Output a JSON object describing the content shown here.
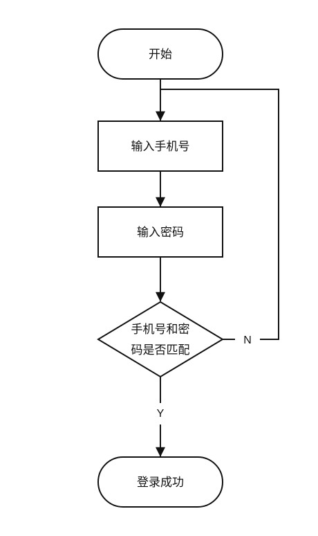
{
  "diagram": {
    "nodes": {
      "start": {
        "label": "开始"
      },
      "input_phone": {
        "label": "输入手机号"
      },
      "input_password": {
        "label": "输入密码"
      },
      "check": {
        "label_line1": "手机号和密",
        "label_line2": "码是否匹配"
      },
      "success": {
        "label": "登录成功"
      }
    },
    "edges": {
      "yes_label": "Y",
      "no_label": "N"
    }
  }
}
